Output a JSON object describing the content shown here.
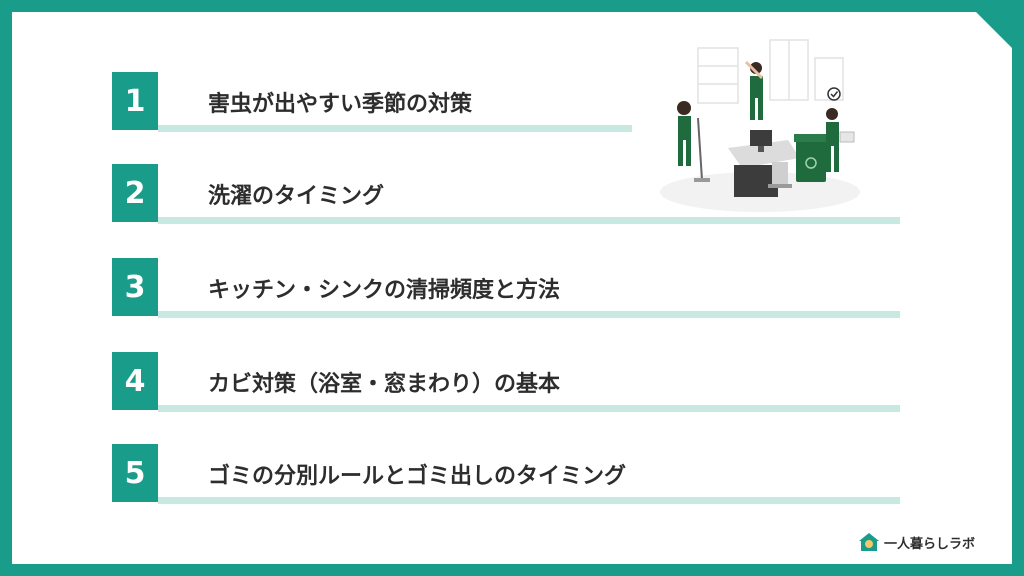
{
  "items": [
    {
      "number": "1",
      "label": "害虫が出やすい季節の対策"
    },
    {
      "number": "2",
      "label": "洗濯のタイミング"
    },
    {
      "number": "3",
      "label": "キッチン・シンクの清掃頻度と方法"
    },
    {
      "number": "4",
      "label": "カビ対策（浴室・窓まわり）の基本"
    },
    {
      "number": "5",
      "label": "ゴミの分別ルールとゴミ出しのタイミング"
    }
  ],
  "logo": {
    "text": "一人暮らしラボ"
  },
  "colors": {
    "accent": "#1a9c8a",
    "underline": "#c8e9e1",
    "text": "#2d2d2d"
  }
}
